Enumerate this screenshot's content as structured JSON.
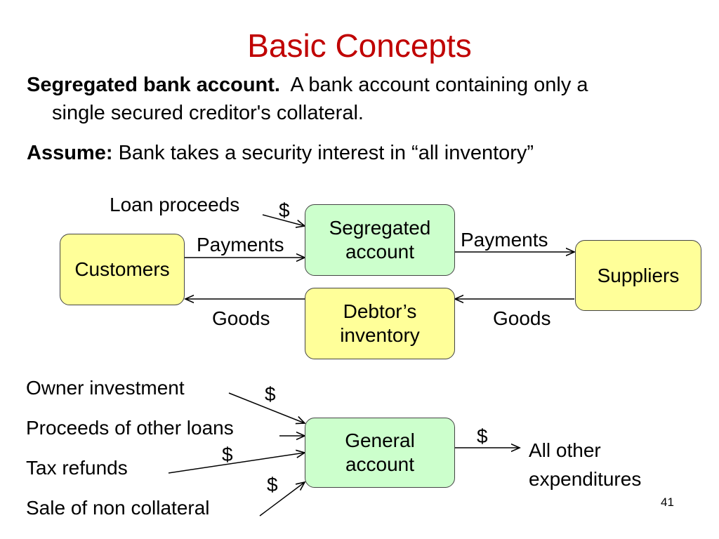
{
  "title": "Basic Concepts",
  "definition": {
    "term": "Segregated bank account.",
    "text_line1": "A bank account containing only a",
    "text_line2": "single secured creditor's collateral."
  },
  "assumption": {
    "term": "Assume:",
    "text": "Bank takes a security interest in “all inventory”"
  },
  "diagram1": {
    "customers": "Customers",
    "suppliers": "Suppliers",
    "segregated_line1": "Segregated",
    "segregated_line2": "account",
    "inventory_line1": "Debtor’s",
    "inventory_line2": "inventory",
    "loan_proceeds": "Loan proceeds",
    "loan_dollar": "$",
    "payments_in": "Payments",
    "payments_out": "Payments",
    "goods_left": "Goods",
    "goods_right": "Goods"
  },
  "diagram2": {
    "sources": [
      "Owner investment",
      "Proceeds of other loans",
      "Tax refunds",
      "Sale of non collateral"
    ],
    "dollar_1": "$",
    "dollar_2": "$",
    "dollar_3": "$",
    "dollar_out": "$",
    "general_line1": "General",
    "general_line2": "account",
    "expend_line1": "All other",
    "expend_line2": "expenditures"
  },
  "slide_number": "41"
}
